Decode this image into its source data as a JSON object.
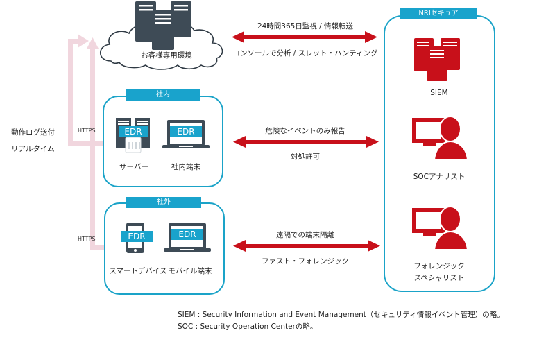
{
  "colors": {
    "teal": "#19a3cc",
    "dark_icon": "#3e4b56",
    "red": "#c8101a",
    "pink_line": "#f1d6de",
    "text": "#222222"
  },
  "cloud": {
    "label": "お客様専用環境"
  },
  "left_labels": {
    "log_send": "動作ログ送付",
    "realtime": "リアルタイム",
    "https_internal": "HTTPS",
    "https_external": "HTTPS"
  },
  "internal_box": {
    "tag": "社内",
    "devices": [
      {
        "badge": "EDR",
        "label": "サーバー",
        "icon": "server-icon"
      },
      {
        "badge": "EDR",
        "label": "社内端末",
        "icon": "laptop-icon"
      }
    ]
  },
  "external_box": {
    "tag": "社外",
    "devices": [
      {
        "badge": "EDR",
        "label": "スマートデバイス",
        "icon": "smartphone-icon"
      },
      {
        "badge": "EDR",
        "label": "モバイル端末",
        "icon": "laptop-icon"
      }
    ]
  },
  "arrows": [
    {
      "top": "24時間365日監視 / 情報転送",
      "bottom": "コンソールで分析 / スレット・ハンティング"
    },
    {
      "top": "危険なイベントのみ報告",
      "bottom": "対処許可"
    },
    {
      "top": "遠隔での端末隔離",
      "bottom": "ファスト・フォレンジック"
    }
  ],
  "nri_box": {
    "tag": "NRIセキュア",
    "items": [
      {
        "label": "SIEM",
        "icon": "server-stack-icon"
      },
      {
        "label": "SOCアナリスト",
        "icon": "analyst-icon"
      },
      {
        "label_line1": "フォレンジック",
        "label_line2": "スペシャリスト",
        "icon": "specialist-icon"
      }
    ]
  },
  "footnotes": [
    "SIEM : Security Information and Event Management（セキュリティ情報イベント管理）の略。",
    "SOC : Security Operation Centerの略。"
  ]
}
